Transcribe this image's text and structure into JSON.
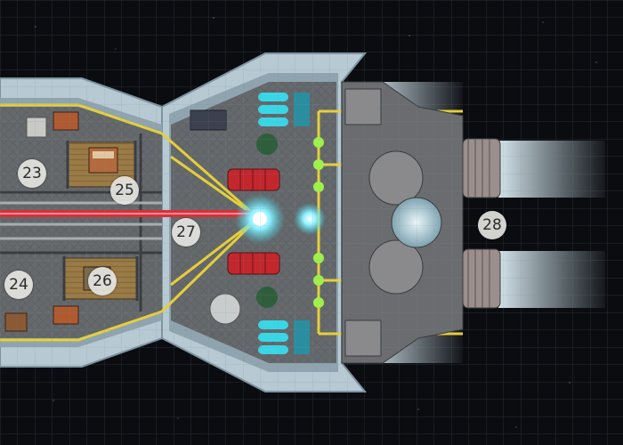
{
  "map": {
    "room_labels": [
      {
        "id": "r23",
        "text": "23"
      },
      {
        "id": "r24",
        "text": "24"
      },
      {
        "id": "r25",
        "text": "25"
      },
      {
        "id": "r26",
        "text": "26"
      },
      {
        "id": "r27",
        "text": "27"
      },
      {
        "id": "r28",
        "text": "28"
      }
    ],
    "colors": {
      "space": "#0b0c10",
      "hull": "#b7c9d3",
      "deck": "#6a6d70",
      "conduit": "#e6cf3a",
      "laser": "#d8303a",
      "coolant": "#39d6e6",
      "plasma": "#9ff04a",
      "exhaust": "#cfe6f0",
      "wood_floor": "#9a7a45",
      "engine_metal": "#8a8a8c"
    },
    "icons": [
      "engine-nozzle-icon",
      "cryo-tube-icon",
      "reactor-core-icon",
      "crate-icon",
      "console-icon"
    ]
  }
}
